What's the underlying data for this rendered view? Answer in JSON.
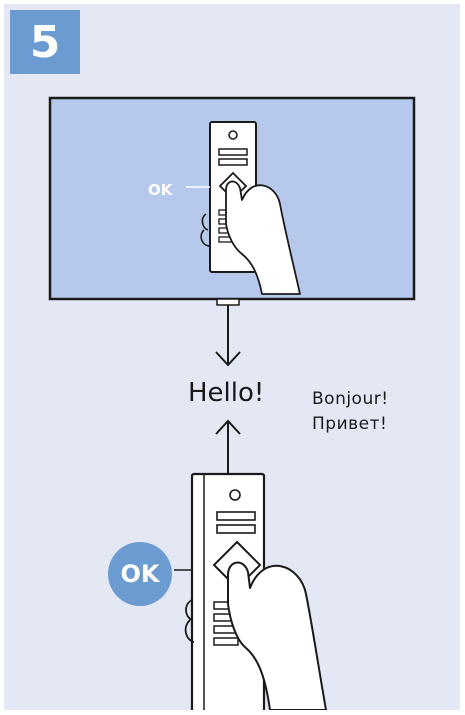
{
  "step": {
    "number": "5"
  },
  "tv": {
    "ok_label": "OK"
  },
  "greeting": {
    "main": "Hello!",
    "alt_1": "Bonjour!",
    "alt_2": "Привет!"
  },
  "remote": {
    "ok_label": "OK"
  },
  "colors": {
    "accent": "#6c9bd2",
    "panel_background": "#e4e8f5",
    "screen": "#b6c9ec",
    "outline": "#1a1a1a"
  },
  "icons": [
    "tv-icon",
    "remote-icon",
    "hand-icon",
    "arrow-down-icon",
    "arrow-up-icon"
  ]
}
